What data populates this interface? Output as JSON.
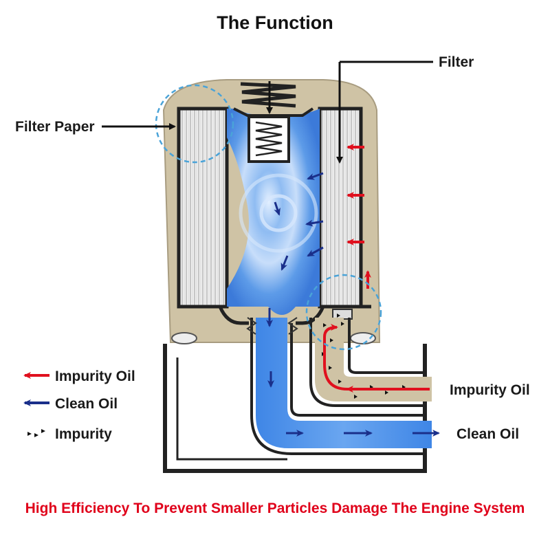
{
  "title": "The Function",
  "labels": {
    "filter": "Filter",
    "filter_paper": "Filter Paper",
    "impurity_oil_right": "Impurity Oil",
    "clean_oil_right": "Clean Oil"
  },
  "legend": [
    {
      "icon": "red-arrow-icon",
      "label": "Impurity Oil"
    },
    {
      "icon": "blue-arrow-icon",
      "label": "Clean Oil"
    },
    {
      "icon": "impurity-dots-icon",
      "label": "Impurity"
    }
  ],
  "footer": "High Efficiency To Prevent Smaller Particles Damage The Engine System",
  "colors": {
    "impurity_oil": "#e0101e",
    "clean_oil": "#1a2f8a",
    "clean_flow": "#3b7ee6",
    "housing": "#cfc3a5",
    "footer_text": "#e0001a"
  }
}
